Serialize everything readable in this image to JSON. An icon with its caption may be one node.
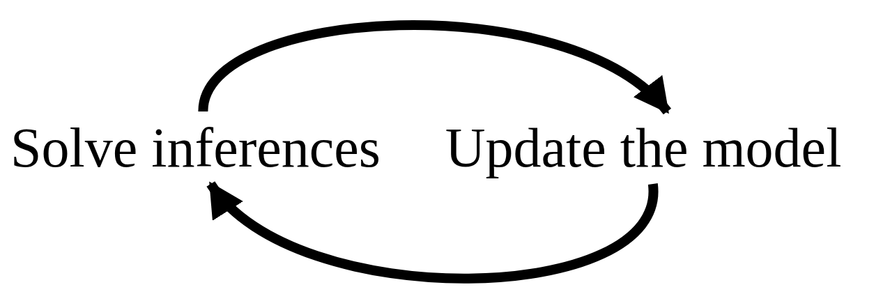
{
  "diagram": {
    "nodes": [
      {
        "text": [
          "Solve inferences"
        ]
      },
      {
        "text": [
          "Update the model"
        ]
      }
    ],
    "edges": [
      {
        "from": 0,
        "to": 1,
        "arrow": "to"
      },
      {
        "from": 1,
        "to": 0,
        "arrow": "to"
      }
    ]
  }
}
